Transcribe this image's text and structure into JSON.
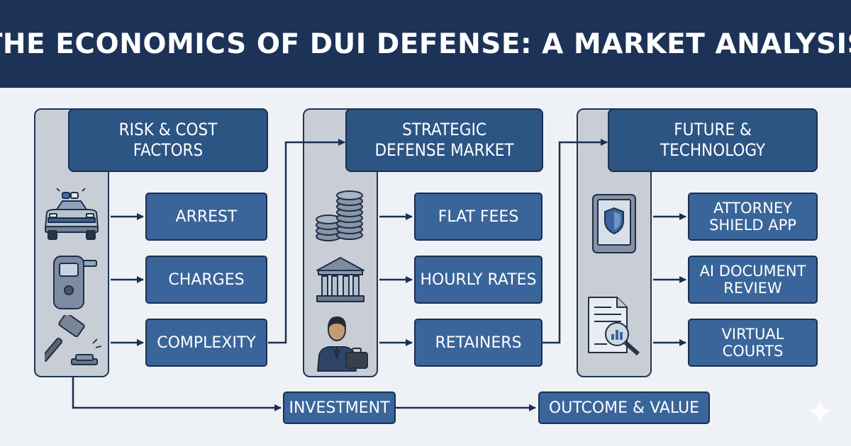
{
  "title": "THE ECONOMICS OF DUI DEFENSE: A MARKET ANALYSIS",
  "colors": {
    "header_bg": "#1c3257",
    "box_bg": "#3a659a",
    "section_bg": "#2d5584",
    "column_bg": "#c9ced6",
    "page_bg": "#eef1f5"
  },
  "sections": [
    {
      "title_lines": [
        "RISK & COST",
        "FACTORS"
      ],
      "items": [
        {
          "lines": [
            "ARREST"
          ],
          "icon": "police-car-icon"
        },
        {
          "lines": [
            "CHARGES"
          ],
          "icon": "breathalyzer-icon"
        },
        {
          "lines": [
            "COMPLEXITY"
          ],
          "icon": "gavel-icon"
        }
      ]
    },
    {
      "title_lines": [
        "STRATEGIC",
        "DEFENSE MARKET"
      ],
      "items": [
        {
          "lines": [
            "FLAT FEES"
          ],
          "icon": "coins-icon"
        },
        {
          "lines": [
            "HOURLY RATES"
          ],
          "icon": "bank-icon"
        },
        {
          "lines": [
            "RETAINERS"
          ],
          "icon": "attorney-icon"
        }
      ]
    },
    {
      "title_lines": [
        "FUTURE &",
        "TECHNOLOGY"
      ],
      "items": [
        {
          "lines": [
            "ATTORNEY",
            "SHIELD APP"
          ],
          "icon": "tablet-shield-icon"
        },
        {
          "lines": [
            "AI DOCUMENT",
            "REVIEW"
          ],
          "icon": "document-search-icon"
        },
        {
          "lines": [
            "VIRTUAL",
            "COURTS"
          ],
          "icon": ""
        }
      ]
    }
  ],
  "bottom": {
    "investment": "INVESTMENT",
    "outcome": "OUTCOME & VALUE"
  }
}
